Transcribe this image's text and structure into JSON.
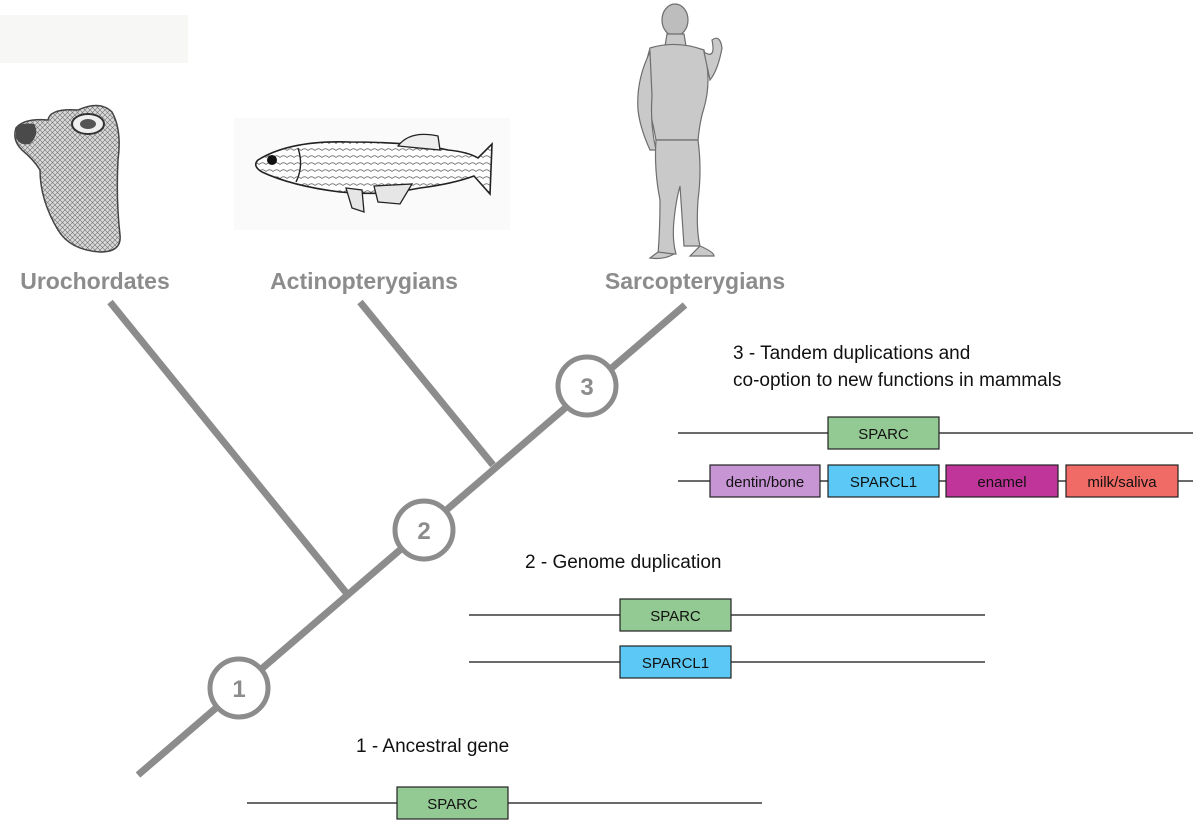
{
  "taxa": {
    "urochordates": "Urochordates",
    "actinopterygians": "Actinopterygians",
    "sarcopterygians": "Sarcopterygians"
  },
  "nodes": {
    "n1": "1",
    "n2": "2",
    "n3": "3"
  },
  "events": {
    "ancestral": "1 - Ancestral gene",
    "genome_dup": "2 - Genome duplication",
    "tandem_line1": "3 - Tandem duplications and",
    "tandem_line2": "co-option to new functions in mammals"
  },
  "genes": {
    "sparc": "SPARC",
    "sparcl1": "SPARCL1",
    "dentin_bone": "dentin/bone",
    "enamel": "enamel",
    "milk_saliva": "milk/saliva"
  },
  "colors": {
    "sparc": "#93c993",
    "sparcl1": "#5bc8f5",
    "dentin_bone": "#c794d4",
    "enamel": "#c0359a",
    "milk_saliva": "#f06a66",
    "tree": "#8c8c8c"
  },
  "icons": [
    "tunicate-illustration",
    "fish-illustration",
    "statue-illustration"
  ]
}
